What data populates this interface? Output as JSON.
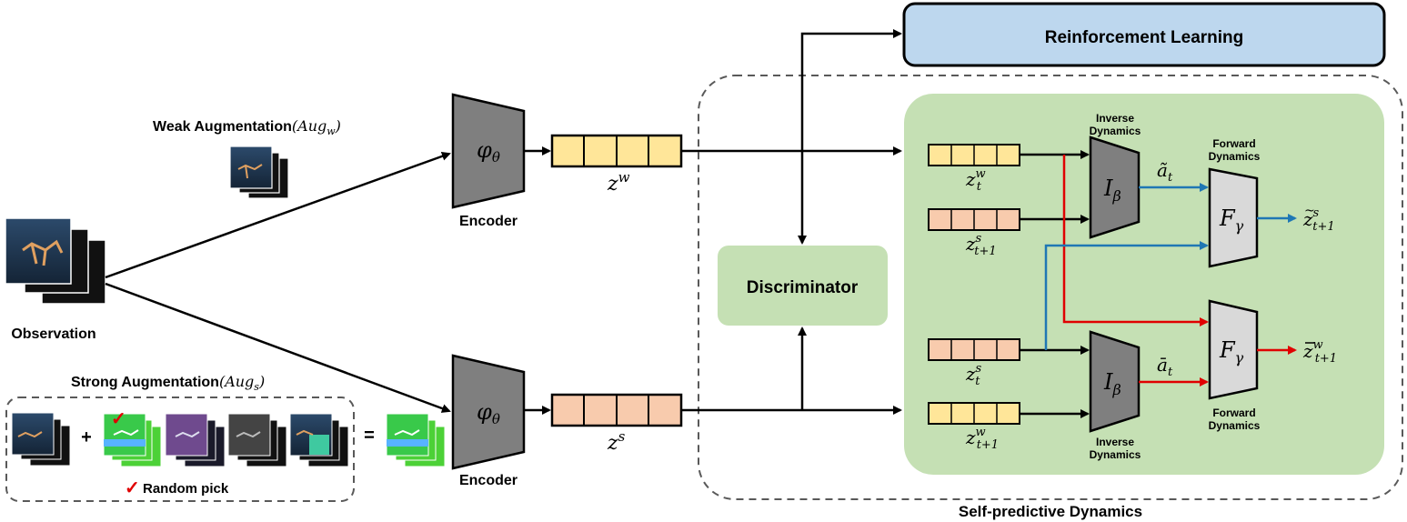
{
  "labels": {
    "rl": "Reinforcement Learning",
    "discriminator": "Discriminator",
    "spd": "Self-predictive Dynamics",
    "observation": "Observation",
    "encoder": "Encoder",
    "weak_aug_text": "Weak Augmentation",
    "strong_aug_text": "Strong Augmentation",
    "random_pick": "Random pick",
    "inverse_dynamics": [
      "Inverse",
      "Dynamics"
    ],
    "forward_dynamics": [
      "Forward",
      "Dynamics"
    ],
    "plus": "+",
    "equals": "=",
    "checkmark": "✓"
  },
  "math": {
    "encoder_phi": "φ",
    "encoder_phi_sub": "θ",
    "aug_w": "(Aug",
    "aug_w_sub": "w",
    "aug_s_sub": "s",
    "close_paren": ")",
    "z": "z",
    "w": "w",
    "s": "s",
    "t": "t",
    "t1": "t+1",
    "I": "I",
    "beta": "β",
    "F": "F",
    "gamma": "γ",
    "a_tilde": "ã",
    "a_bar": "ā"
  },
  "colors": {
    "rl_fill": "#bdd7ee",
    "green_panel": "#c5e0b4",
    "weak_vec": "#ffe699",
    "strong_vec": "#f8cbad",
    "encoder": "#7f7f7f",
    "inverse": "#7f7f7f",
    "forward": "#d9d9d9",
    "blue_arrow": "#1f77b4",
    "red_arrow": "#e00000"
  }
}
